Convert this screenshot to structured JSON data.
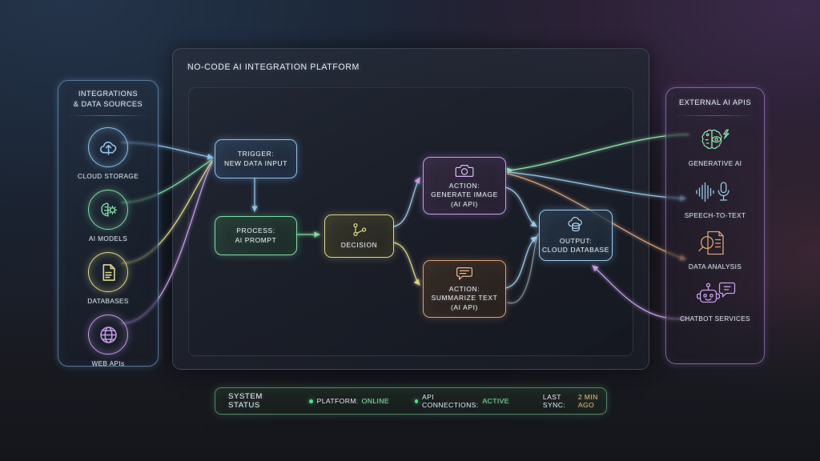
{
  "platform": {
    "title": "NO-CODE AI INTEGRATION PLATFORM"
  },
  "left_panel": {
    "title_line1": "INTEGRATIONS",
    "title_line2": "& DATA SOURCES",
    "accent": "#8cbeeb",
    "items": [
      {
        "label": "CLOUD STORAGE",
        "icon": "cloud-upload-icon",
        "color": "#8fc2ea"
      },
      {
        "label": "AI MODELS",
        "icon": "brain-gear-icon",
        "color": "#7fdba2"
      },
      {
        "label": "DATABASES",
        "icon": "document-icon",
        "color": "#dcd888"
      },
      {
        "label": "WEB APIs",
        "icon": "globe-icon",
        "color": "#c49ae8"
      }
    ]
  },
  "right_panel": {
    "title": "EXTERNAL AI APIS",
    "accent": "#b88ce4",
    "items": [
      {
        "label": "GENERATIVE AI",
        "icon": "brain-bolt-icon",
        "color": "#8ce6a8"
      },
      {
        "label": "SPEECH-TO-TEXT",
        "icon": "waveform-mic-icon",
        "color": "#93c9ea"
      },
      {
        "label": "DATA ANALYSIS",
        "icon": "magnifier-doc-icon",
        "color": "#d8a176"
      },
      {
        "label": "CHATBOT SERVICES",
        "icon": "robot-chat-icon",
        "color": "#c79ce8"
      }
    ]
  },
  "flow": {
    "nodes": [
      {
        "id": "trigger",
        "lines": [
          "TRIGGER:",
          "NEW DATA INPUT"
        ],
        "icon": null,
        "color": "#8fc2ea"
      },
      {
        "id": "process",
        "lines": [
          "PROCESS:",
          "AI PROMPT"
        ],
        "icon": null,
        "color": "#85d9a4"
      },
      {
        "id": "decision",
        "lines": [
          "DECISION"
        ],
        "icon": "branch-node-icon",
        "color": "#d9d489"
      },
      {
        "id": "genimage",
        "lines": [
          "ACTION:",
          "GENERATE IMAGE",
          "(AI API)"
        ],
        "icon": "camera-icon",
        "color": "#c79ce8"
      },
      {
        "id": "summarize",
        "lines": [
          "ACTION:",
          "SUMMARIZE TEXT",
          "(AI API)"
        ],
        "icon": "chat-bubble-icon",
        "color": "#d8a176"
      },
      {
        "id": "output",
        "lines": [
          "OUTPUT:",
          "CLOUD DATABASE"
        ],
        "icon": "cloud-database-icon",
        "color": "#9ccbe8"
      }
    ]
  },
  "status_bar": {
    "label": "SYSTEM STATUS",
    "items": [
      {
        "key": "PLATFORM:",
        "value": "ONLINE",
        "dot": true,
        "value_color": "#86e3a8"
      },
      {
        "key": "API CONNECTIONS:",
        "value": "ACTIVE",
        "dot": true,
        "value_color": "#86e3a8"
      },
      {
        "key": "LAST SYNC:",
        "value": "2 MIN AGO",
        "dot": false,
        "value_color": "#e0b977"
      }
    ]
  }
}
